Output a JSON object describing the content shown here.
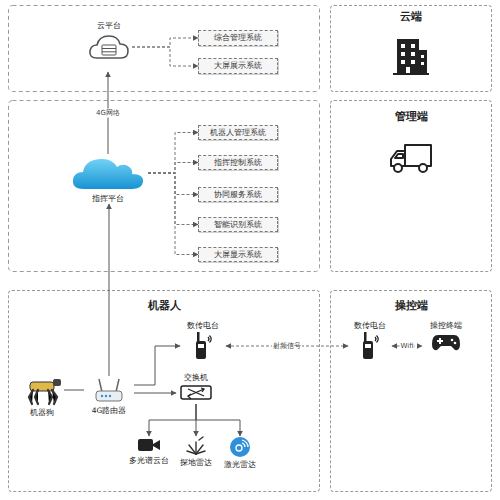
{
  "diagram": {
    "nodes": [
      {
        "text": [
          "云平台"
        ]
      },
      {
        "text": [
          "综合管理系统"
        ]
      },
      {
        "text": [
          "大屏展示系统"
        ]
      },
      {
        "text": [
          "云端"
        ]
      },
      {
        "text": [
          "指挥平台"
        ]
      },
      {
        "text": [
          "机器人管理系统"
        ]
      },
      {
        "text": [
          "指挥控制系统"
        ]
      },
      {
        "text": [
          "协同服务系统"
        ]
      },
      {
        "text": [
          "智能识别系统"
        ]
      },
      {
        "text": [
          "大屏显示系统"
        ]
      },
      {
        "text": [
          "管理端"
        ]
      },
      {
        "text": [
          "机器人"
        ]
      },
      {
        "text": [
          "数传电台"
        ],
        "in": 11
      },
      {
        "text": [
          "交换机"
        ],
        "in": 11
      },
      {
        "text": [
          "机器狗"
        ],
        "in": 11
      },
      {
        "text": [
          "4G路由器"
        ],
        "in": 11
      },
      {
        "text": [
          "多光谱云台"
        ],
        "in": 11
      },
      {
        "text": [
          "探地雷达"
        ],
        "in": 11
      },
      {
        "text": [
          "激光雷达"
        ],
        "in": 11
      },
      {
        "text": [
          "操控端"
        ]
      },
      {
        "text": [
          "数传电台"
        ],
        "in": 19
      },
      {
        "text": [
          "操控终端"
        ],
        "in": 19
      }
    ],
    "edges": [
      {
        "from": 0,
        "to": 1,
        "arrow": "to"
      },
      {
        "from": 0,
        "to": 2,
        "arrow": "to"
      },
      {
        "from": 4,
        "to": 0,
        "arrow": "to",
        "label": "4G网络"
      },
      {
        "from": 4,
        "to": 5,
        "arrow": "to"
      },
      {
        "from": 4,
        "to": 6,
        "arrow": "to"
      },
      {
        "from": 4,
        "to": 7,
        "arrow": "to"
      },
      {
        "from": 4,
        "to": 8,
        "arrow": "to"
      },
      {
        "from": 4,
        "to": 9,
        "arrow": "to"
      },
      {
        "from": 15,
        "to": 4,
        "arrow": "to"
      },
      {
        "from": 14,
        "to": 15,
        "arrow": "none"
      },
      {
        "from": 15,
        "to": 12,
        "arrow": "to"
      },
      {
        "from": 15,
        "to": 13,
        "arrow": "to"
      },
      {
        "from": 13,
        "to": 16,
        "arrow": "to"
      },
      {
        "from": 13,
        "to": 17,
        "arrow": "to"
      },
      {
        "from": 13,
        "to": 18,
        "arrow": "to"
      },
      {
        "from": 12,
        "to": 20,
        "arrow": "both",
        "label": "射频信号"
      },
      {
        "from": 20,
        "to": 21,
        "arrow": "both",
        "label": "Wifi"
      }
    ]
  }
}
